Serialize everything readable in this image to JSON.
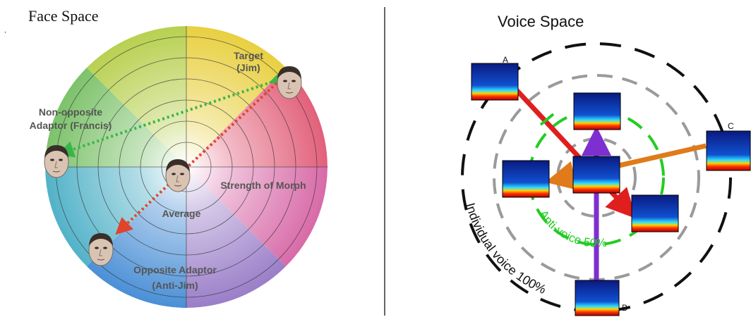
{
  "face_space": {
    "title": "Face Space",
    "labels": {
      "target": [
        "Target",
        "(Jim)"
      ],
      "non_opposite": [
        "Non-opposite",
        "Adaptor (Francis)"
      ],
      "strength": "Strength of Morph",
      "average": "Average",
      "opposite": [
        "Opposite Adaptor",
        "(Anti-Jim)"
      ]
    }
  },
  "voice_space": {
    "title": "Voice Space",
    "point_labels": {
      "a": "A",
      "b": "B",
      "c": "C"
    },
    "anti_voice_label": "Anti-voice  50%",
    "individual_voice_label": "Individual voice  100%"
  },
  "colors": {
    "black_ring": "#111111",
    "grey_ring": "#9a9a9a",
    "green_ring": "#22cc22",
    "red_arrow": "#e01e1e",
    "orange_arrow": "#e07a1a",
    "purple_arrow": "#7d2fd0",
    "green_dotted": "#3bb54a",
    "red_dotted": "#e0442a"
  }
}
